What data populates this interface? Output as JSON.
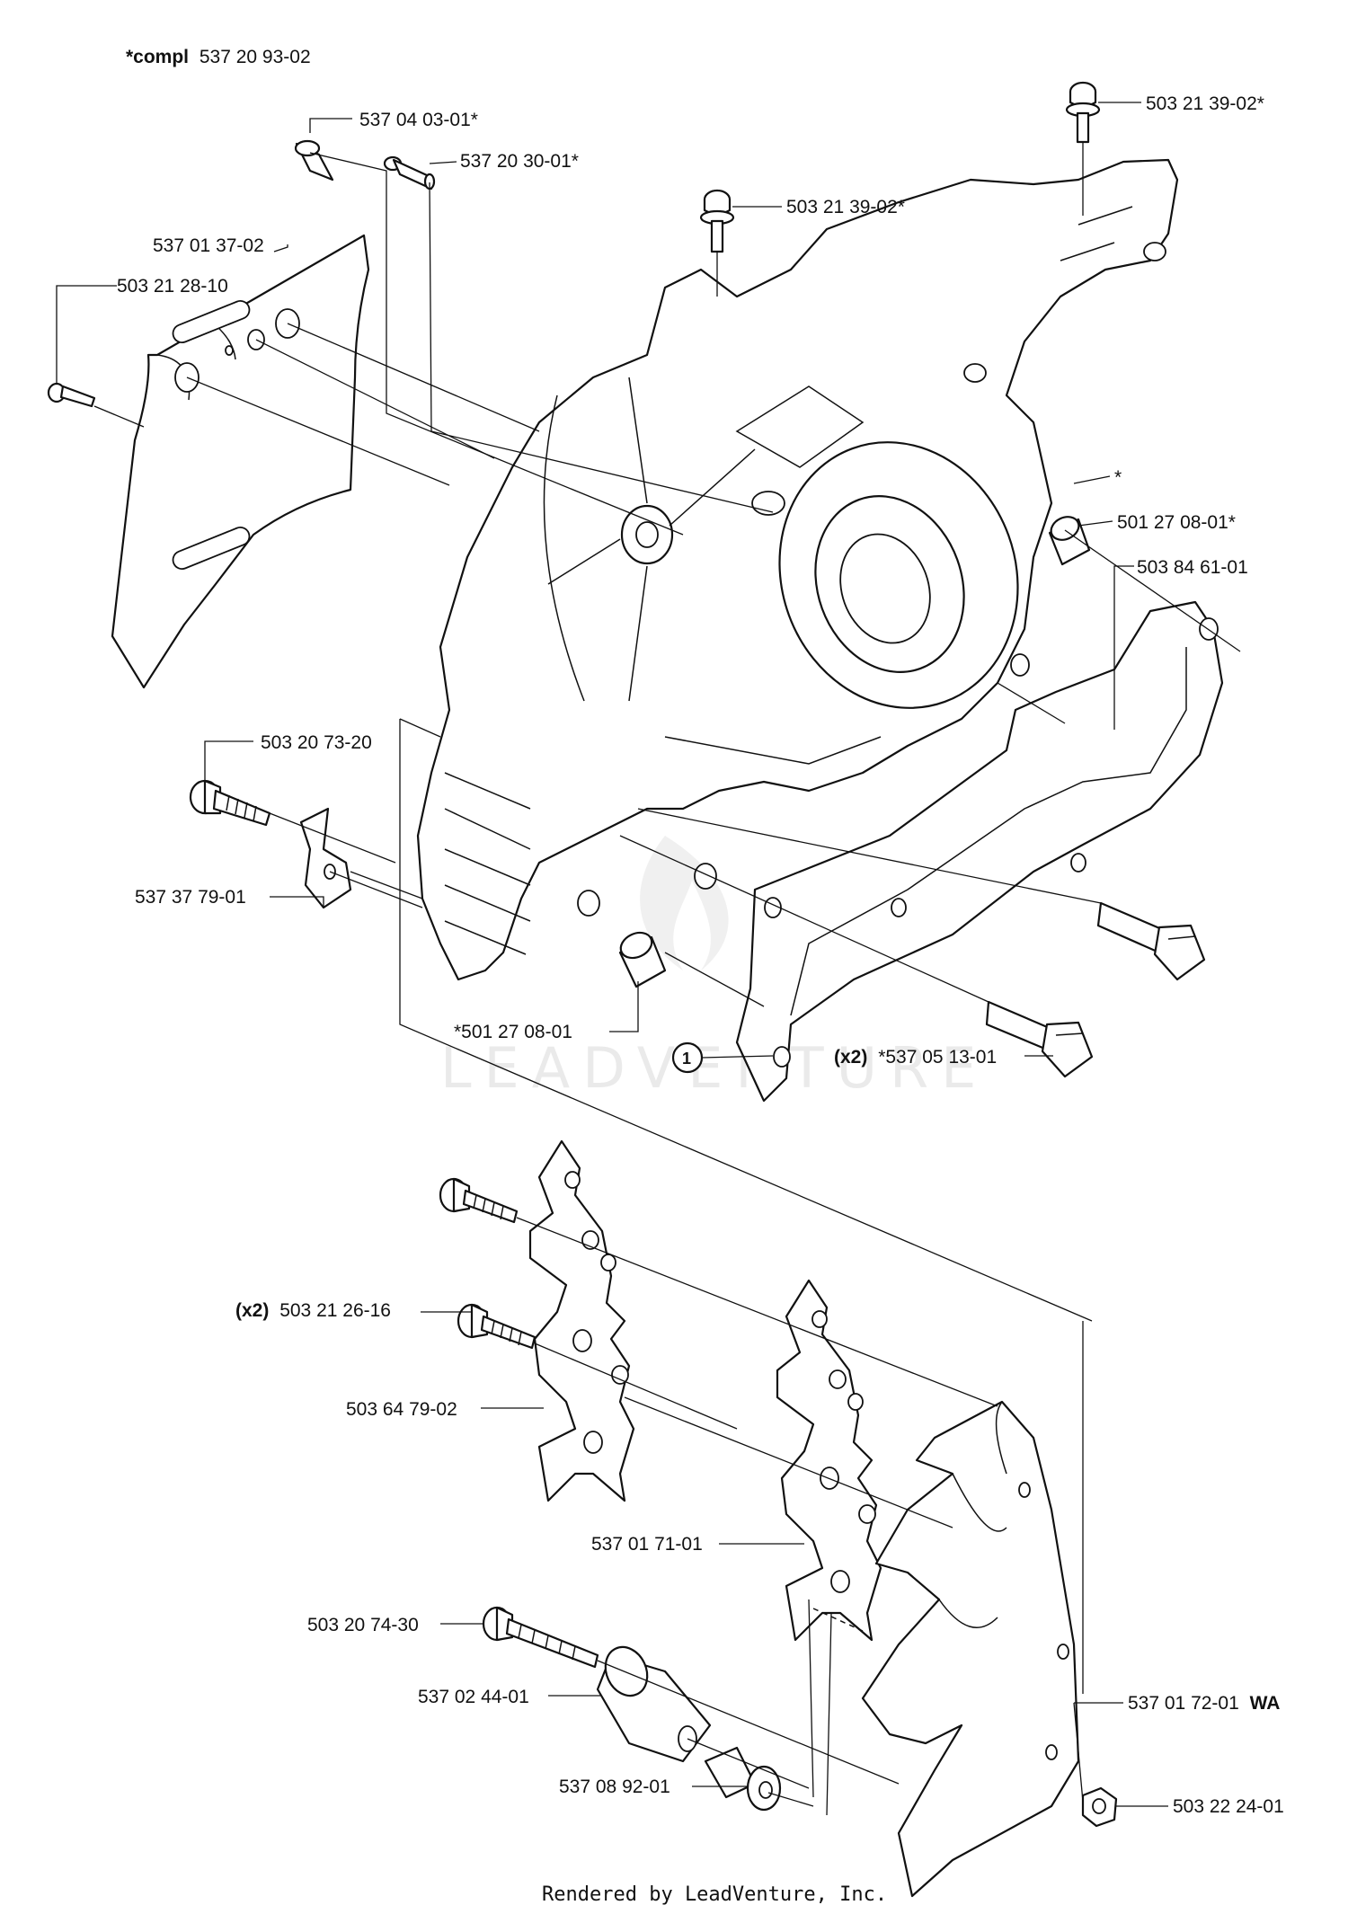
{
  "header": {
    "compl_prefix": "*compl",
    "compl_number": "537 20 93-02"
  },
  "watermark": {
    "text": "LEADVENTURE"
  },
  "footer": {
    "text": "Rendered by LeadVenture, Inc."
  },
  "callout": {
    "number": "1"
  },
  "labels": {
    "l_537_04_03": "537 04 03-01*",
    "l_537_20_30": "537 20 30-01*",
    "l_503_21_39_top": "503 21 39-02*",
    "l_503_21_39_mid": "503 21 39-02*",
    "l_537_01_37": "537 01 37-02",
    "l_503_21_28": "503 21 28-10",
    "l_star": "*",
    "l_501_27_08_right": "501 27 08-01*",
    "l_503_84_61": "503 84 61-01",
    "l_503_20_73": "503 20 73-20",
    "l_537_37_79": "537 37 79-01",
    "l_501_27_08_bottom": "*501 27 08-01",
    "l_537_05_13_qty": "(x2)",
    "l_537_05_13": "*537 05 13-01",
    "l_503_21_26_qty": "(x2)",
    "l_503_21_26": "503 21 26-16",
    "l_503_64_79": "503 64 79-02",
    "l_537_01_71": "537 01 71-01",
    "l_503_20_74": "503 20 74-30",
    "l_537_02_44": "537 02 44-01",
    "l_537_08_92": "537 08 92-01",
    "l_537_01_72": "537 01 72-01",
    "l_537_01_72_suffix": "WA",
    "l_503_22_24": "503 22 24-01"
  }
}
